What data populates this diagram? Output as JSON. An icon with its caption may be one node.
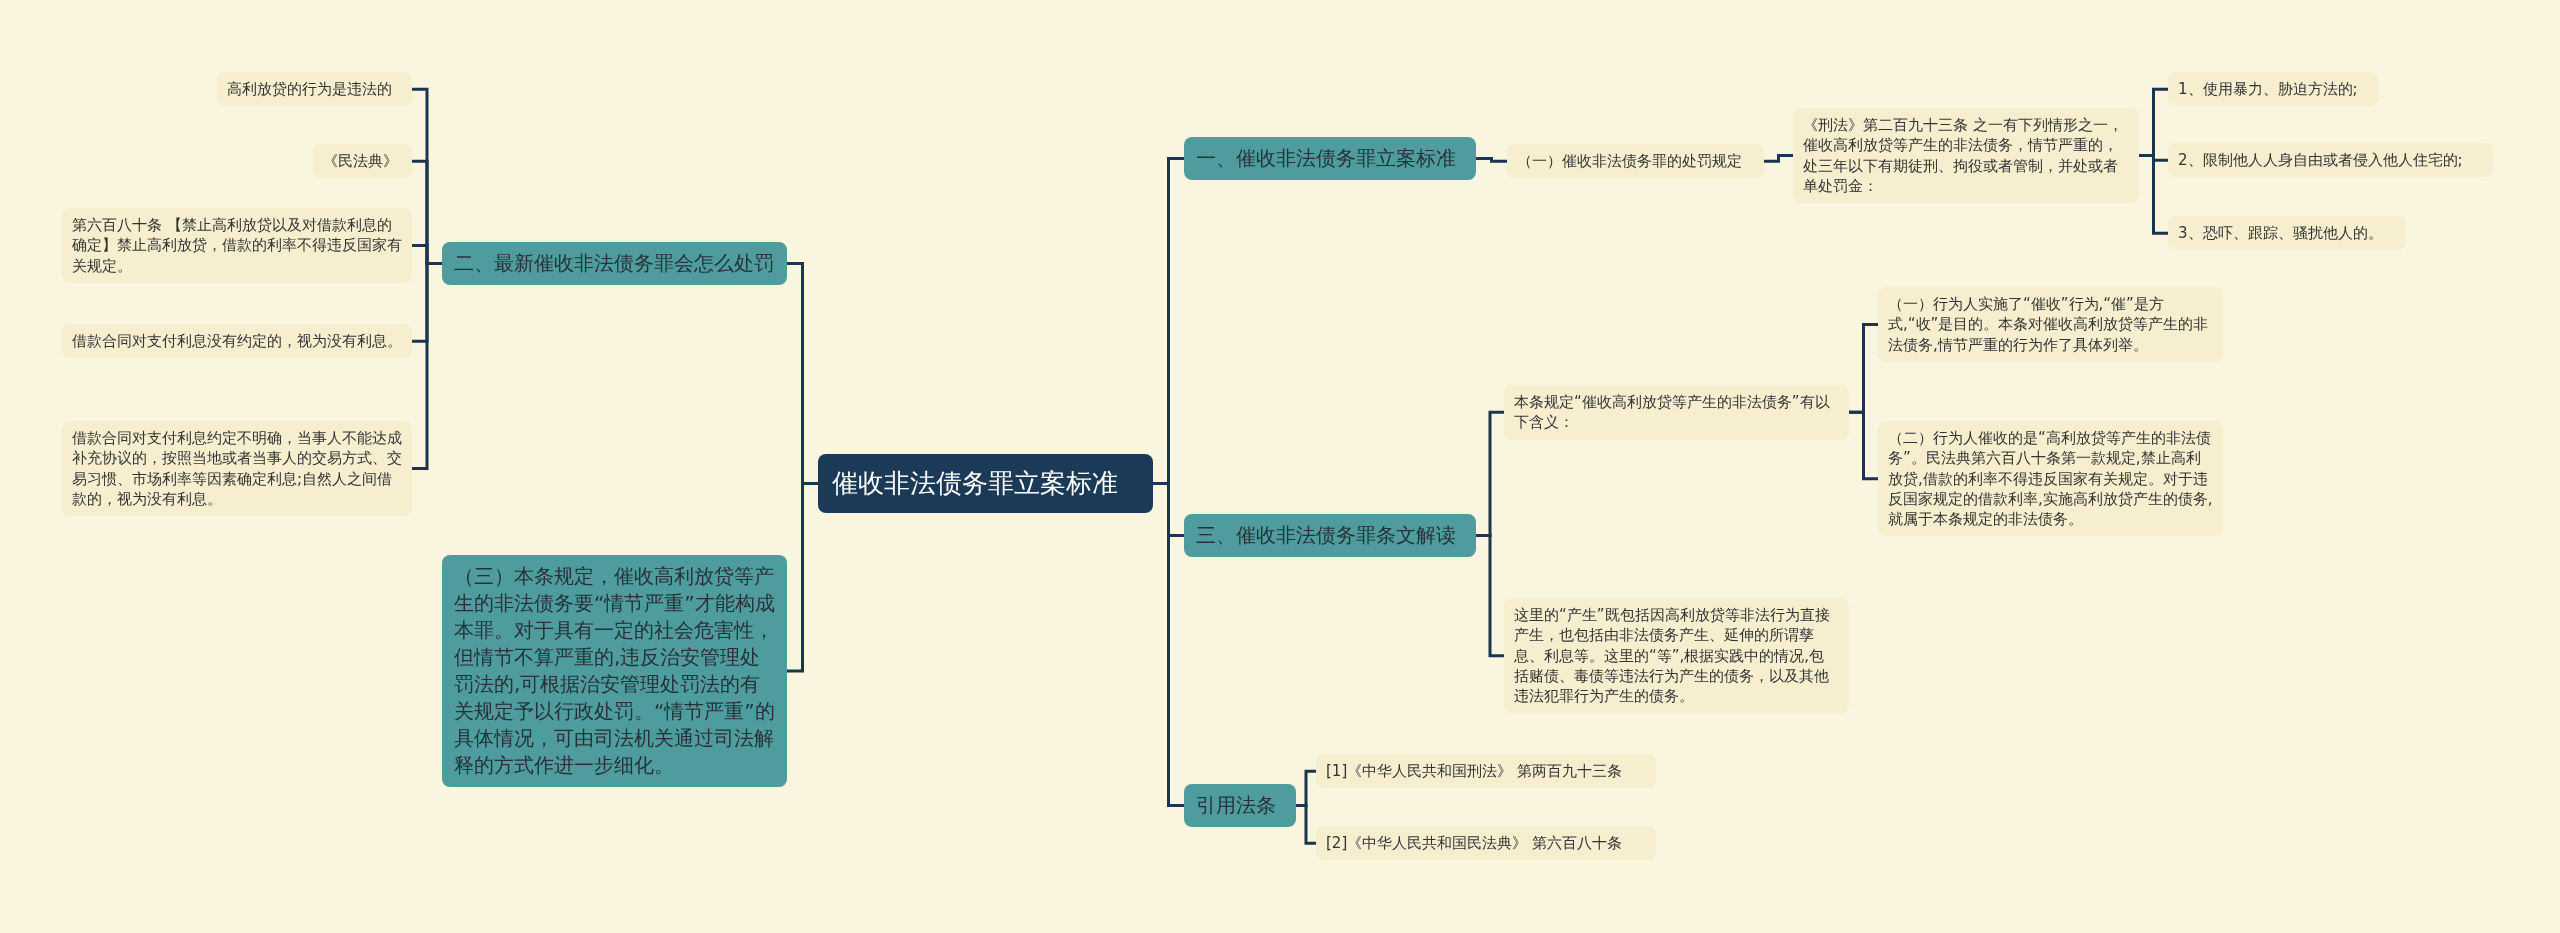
{
  "diagram": {
    "nodes": [
      {
        "text": [
          "催收非法债务罪立案标准"
        ]
      },
      {
        "text": [
          "二、最新催收非法债务罪会怎么处罚"
        ]
      },
      {
        "text": [
          "高利放贷的行为是违法的"
        ]
      },
      {
        "text": [
          "《民法典》"
        ]
      },
      {
        "text": [
          "第六百八十条 【禁止高利放贷以及对借款利息的确定】禁止高利放贷，借款的利率不得违反国家有关规定。"
        ]
      },
      {
        "text": [
          "借款合同对支付利息没有约定的，视为没有利息。"
        ]
      },
      {
        "text": [
          "借款合同对支付利息约定不明确，当事人不能达成补充协议的，按照当地或者当事人的交易方式、交易习惯、市场利率等因素确定利息;自然人之间借款的，视为没有利息。"
        ]
      },
      {
        "text": [
          "（三）本条规定，催收高利放贷等产生的非法债务要“情节严重”才能构成本罪。对于具有一定的社会危害性，但情节不算严重的,违反治安管理处罚法的,可根据治安管理处罚法的有关规定予以行政处罚。“情节严重”的具体情况，可由司法机关通过司法解释的方式作进一步细化。"
        ]
      },
      {
        "text": [
          "一、催收非法债务罪立案标准"
        ]
      },
      {
        "text": [
          "（一）催收非法债务罪的处罚规定"
        ]
      },
      {
        "text": [
          "《刑法》第二百九十三条 之一有下列情形之一，催收高利放贷等产生的非法债务，情节严重的，处三年以下有期徒刑、拘役或者管制，并处或者单处罚金："
        ]
      },
      {
        "text": [
          "1、使用暴力、胁迫方法的;"
        ]
      },
      {
        "text": [
          "2、限制他人人身自由或者侵入他人住宅的;"
        ]
      },
      {
        "text": [
          "3、恐吓、跟踪、骚扰他人的。"
        ]
      },
      {
        "text": [
          "三、催收非法债务罪条文解读"
        ]
      },
      {
        "text": [
          "本条规定“催收高利放贷等产生的非法债务”有以下含义："
        ]
      },
      {
        "text": [
          "（一）行为人实施了“催收”行为,“催”是方式,“收”是目的。本条对催收高利放贷等产生的非法债务,情节严重的行为作了具体列举。"
        ]
      },
      {
        "text": [
          "（二）行为人催收的是“高利放贷等产生的非法债务”。民法典第六百八十条第一款规定,禁止高利放贷,借款的利率不得违反国家有关规定。对于违反国家规定的借款利率,实施高利放贷产生的债务,就属于本条规定的非法债务。"
        ]
      },
      {
        "text": [
          "这里的“产生”既包括因高利放贷等非法行为直接产生，也包括由非法债务产生、延伸的所谓孳息、利息等。这里的“等”,根据实践中的情况,包括赌债、毒债等违法行为产生的债务，以及其他违法犯罪行为产生的债务。"
        ]
      },
      {
        "text": [
          "引用法条"
        ]
      },
      {
        "text": [
          "[1]《中华人民共和国刑法》 第两百九十三条"
        ]
      },
      {
        "text": [
          "[2]《中华人民共和国民法典》 第六百八十条"
        ]
      }
    ],
    "edges": [
      {
        "from": 0,
        "to": 1,
        "arrow": "none"
      },
      {
        "from": 0,
        "to": 7,
        "arrow": "none"
      },
      {
        "from": 1,
        "to": 2,
        "arrow": "none"
      },
      {
        "from": 1,
        "to": 3,
        "arrow": "none"
      },
      {
        "from": 1,
        "to": 4,
        "arrow": "none"
      },
      {
        "from": 1,
        "to": 5,
        "arrow": "none"
      },
      {
        "from": 1,
        "to": 6,
        "arrow": "none"
      },
      {
        "from": 0,
        "to": 8,
        "arrow": "none"
      },
      {
        "from": 8,
        "to": 9,
        "arrow": "none"
      },
      {
        "from": 9,
        "to": 10,
        "arrow": "none"
      },
      {
        "from": 10,
        "to": 11,
        "arrow": "none"
      },
      {
        "from": 10,
        "to": 12,
        "arrow": "none"
      },
      {
        "from": 10,
        "to": 13,
        "arrow": "none"
      },
      {
        "from": 0,
        "to": 14,
        "arrow": "none"
      },
      {
        "from": 14,
        "to": 15,
        "arrow": "none"
      },
      {
        "from": 15,
        "to": 16,
        "arrow": "none"
      },
      {
        "from": 15,
        "to": 17,
        "arrow": "none"
      },
      {
        "from": 14,
        "to": 18,
        "arrow": "none"
      },
      {
        "from": 0,
        "to": 19,
        "arrow": "none"
      },
      {
        "from": 19,
        "to": 20,
        "arrow": "none"
      },
      {
        "from": 19,
        "to": 21,
        "arrow": "none"
      }
    ]
  }
}
